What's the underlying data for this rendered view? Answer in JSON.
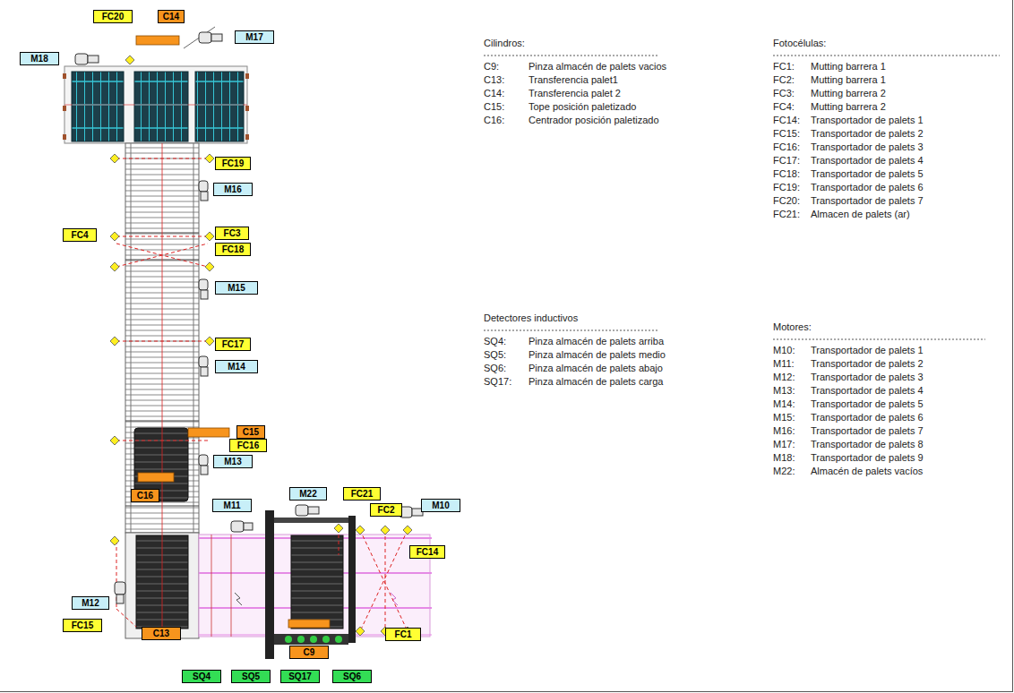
{
  "diagram": {
    "nodes": [
      {
        "text": [
          "FC20"
        ]
      },
      {
        "text": [
          "C14"
        ]
      },
      {
        "text": [
          "M17"
        ]
      },
      {
        "text": [
          "M18"
        ]
      },
      {
        "text": [
          "FC19"
        ]
      },
      {
        "text": [
          "M16"
        ]
      },
      {
        "text": [
          "FC4"
        ]
      },
      {
        "text": [
          "FC3"
        ]
      },
      {
        "text": [
          "FC18"
        ]
      },
      {
        "text": [
          "M15"
        ]
      },
      {
        "text": [
          "FC17"
        ]
      },
      {
        "text": [
          "M14"
        ]
      },
      {
        "text": [
          "C15"
        ]
      },
      {
        "text": [
          "FC16"
        ]
      },
      {
        "text": [
          "M13"
        ]
      },
      {
        "text": [
          "C16"
        ]
      },
      {
        "text": [
          "M22"
        ]
      },
      {
        "text": [
          "FC21"
        ]
      },
      {
        "text": [
          "M10"
        ]
      },
      {
        "text": [
          "M11"
        ]
      },
      {
        "text": [
          "FC2"
        ]
      },
      {
        "text": [
          "FC14"
        ]
      },
      {
        "text": [
          "M12"
        ]
      },
      {
        "text": [
          "FC15"
        ]
      },
      {
        "text": [
          "C13"
        ]
      },
      {
        "text": [
          "FC1"
        ]
      },
      {
        "text": [
          "C9"
        ]
      },
      {
        "text": [
          "SQ4"
        ]
      },
      {
        "text": [
          "SQ5"
        ]
      },
      {
        "text": [
          "SQ17"
        ]
      },
      {
        "text": [
          "SQ6"
        ]
      }
    ],
    "labels": [
      "Cilindros:",
      "C9:",
      "Pinza almacén de palets vacios",
      "C13:",
      "Transferencia palet1",
      "C14:",
      "Transferencia palet 2",
      "C15:",
      "Tope posición paletizado",
      "C16:",
      "Centrador posición paletizado",
      "Fotocélulas:",
      "FC1:",
      "Mutting barrera 1",
      "FC2:",
      "Mutting barrera 1",
      "FC3:",
      "Mutting barrera 2",
      "FC4:",
      "Mutting barrera 2",
      "FC14:",
      "Transportador de palets 1",
      "FC15:",
      "Transportador de palets 2",
      "FC16:",
      "Transportador de palets 3",
      "FC17:",
      "Transportador de palets 4",
      "FC18:",
      "Transportador de palets 5",
      "FC19:",
      "Transportador de palets 6",
      "FC20:",
      "Transportador de palets 7",
      "FC21:",
      "Almacen de palets (ar)",
      "Detectores inductivos",
      "SQ4:",
      "Pinza almacén de palets arriba",
      "SQ5:",
      "Pinza almacén de palets medio",
      "SQ6:",
      "Pinza almacén de palets abajo",
      "SQ17:",
      "Pinza almacén de palets carga",
      "Motores:",
      "M10:",
      "Transportador de palets 1",
      "M11:",
      "Transportador de palets 2",
      "M12:",
      "Transportador de palets 3",
      "M13:",
      "Transportador de palets 4",
      "M14:",
      "Transportador de palets 5",
      "M15:",
      "Transportador de palets 6",
      "M16:",
      "Transportador de palets 7",
      "M17:",
      "Transportador de palets 8",
      "M18:",
      "Transportador de palets 9",
      "M22:",
      "Almacén de palets vacíos"
    ]
  }
}
